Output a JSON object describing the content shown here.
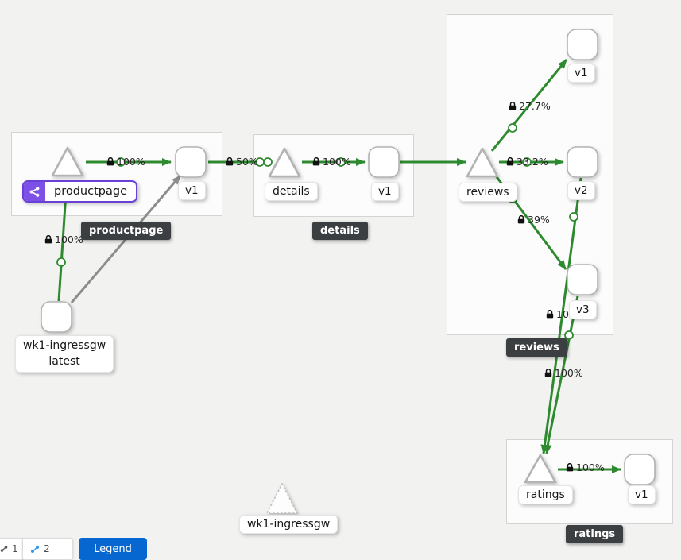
{
  "namespace_boxes": {
    "productpage": {
      "badge": "productpage"
    },
    "details": {
      "badge": "details"
    },
    "reviews": {
      "badge": "reviews"
    },
    "ratings": {
      "badge": "ratings"
    }
  },
  "labels": {
    "productpage_service": "productpage",
    "productpage_v1": "v1",
    "details_service": "details",
    "details_v1": "v1",
    "reviews_service": "reviews",
    "reviews_v1": "v1",
    "reviews_v2": "v2",
    "reviews_v3": "v3",
    "ratings_service": "ratings",
    "ratings_v1": "v1",
    "ingress_workload_line1": "wk1-ingressgw",
    "ingress_workload_line2": "latest",
    "idle_service": "wk1-ingressgw"
  },
  "edge_labels": {
    "ingress_to_productpage": "100%",
    "productpage_to_v1": "100%",
    "ppv1_to_details": "50%",
    "details_to_v1": "100%",
    "reviews_to_v1": "27.7%",
    "reviews_to_v2": "33.2%",
    "reviews_to_v3": "39%",
    "v2_to_ratings": "100%",
    "v3_to_ratings": "100%",
    "ratings_to_v1": "100%"
  },
  "toolbar": {
    "layout1": "1",
    "layout2": "2",
    "legend": "Legend"
  },
  "colors": {
    "traffic_green": "#2e8a2e",
    "no_traffic_gray": "#8d8d8d",
    "selected_purple": "#6b40d4",
    "badge_dark": "#3c3f42",
    "legend_blue": "#0667d0"
  }
}
